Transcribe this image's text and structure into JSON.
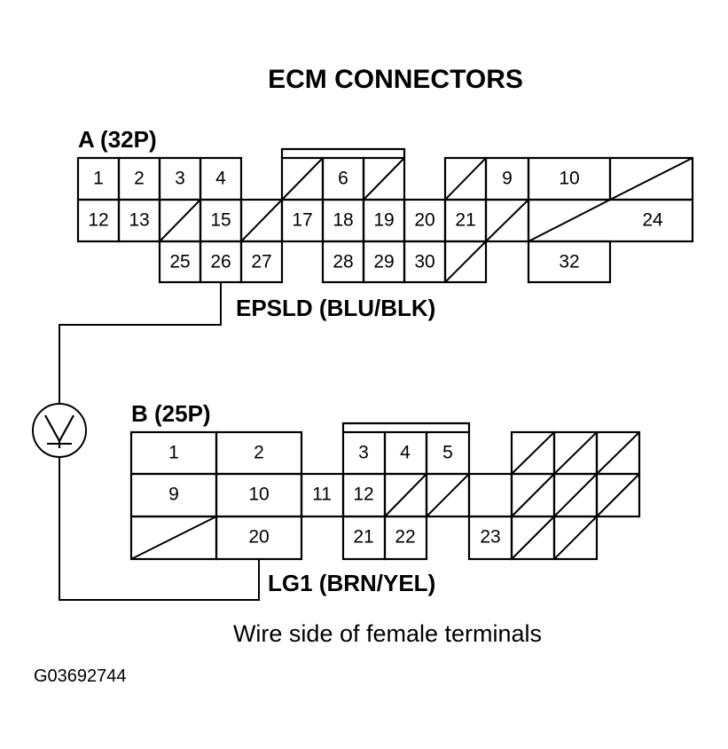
{
  "title": "ECM CONNECTORS",
  "connector_a": {
    "label": "A (32P)",
    "pins": [
      "1",
      "2",
      "3",
      "4",
      "6",
      "9",
      "10",
      "12",
      "13",
      "15",
      "17",
      "18",
      "19",
      "20",
      "21",
      "24",
      "25",
      "26",
      "27",
      "28",
      "29",
      "30",
      "32"
    ],
    "wire_label": "EPSLD (BLU/BLK)"
  },
  "connector_b": {
    "label": "B (25P)",
    "pins": [
      "1",
      "2",
      "3",
      "4",
      "5",
      "9",
      "10",
      "11",
      "12",
      "20",
      "21",
      "22",
      "23"
    ],
    "wire_label": "LG1 (BRN/YEL)"
  },
  "meter_symbol": "voltmeter-symbol",
  "caption": "Wire side of female terminals",
  "figure_id": "G03692744"
}
